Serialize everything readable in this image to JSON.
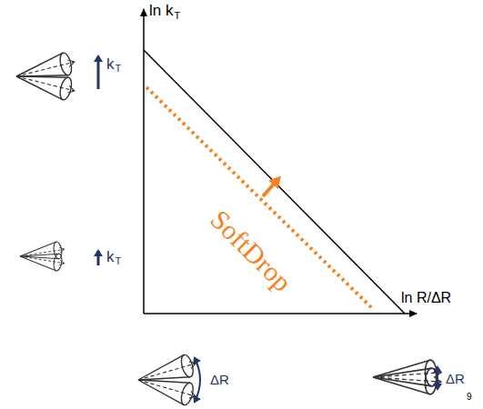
{
  "diagram": {
    "labels": [
      "ln k",
      "T",
      "k",
      "T",
      "k",
      "T",
      "SoftDrop",
      "ln R/ΔR",
      "ΔR",
      "ΔR",
      "9"
    ]
  }
}
